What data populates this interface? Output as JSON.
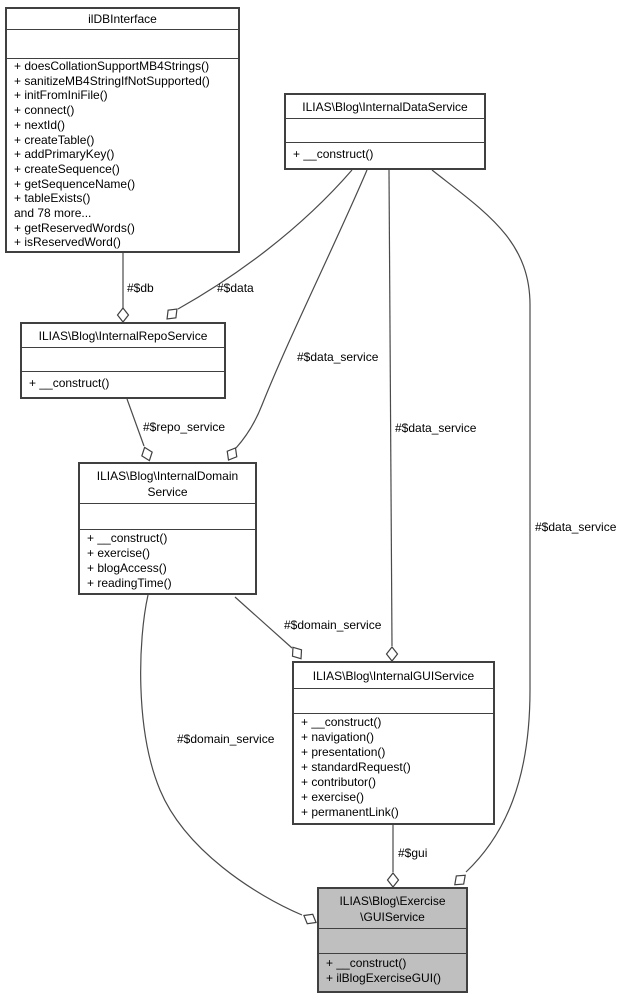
{
  "diagram": {
    "type": "uml-collaboration-graph",
    "colors": {
      "background": "#ffffff",
      "node_border": "#404040",
      "edge": "#4a4a4a",
      "highlight_node_fill": "#bfbfbf",
      "text": "#000000"
    },
    "classes": {
      "db_interface": {
        "title": [
          "ilDBInterface"
        ],
        "methods": [
          "+ doesCollationSupportMB4Strings()",
          "+ sanitizeMB4StringIfNotSupported()",
          "+ initFromIniFile()",
          "+ connect()",
          "+ nextId()",
          "+ createTable()",
          "+ addPrimaryKey()",
          "+ createSequence()",
          "+ getSequenceName()",
          "+ tableExists()",
          "and 78 more...",
          "+ getReservedWords()",
          "+ isReservedWord()"
        ]
      },
      "internal_data_service": {
        "title": [
          "ILIAS\\Blog\\InternalDataService"
        ],
        "methods": [
          "+ __construct()"
        ]
      },
      "internal_repo_service": {
        "title": [
          "ILIAS\\Blog\\InternalRepoService"
        ],
        "methods": [
          "+ __construct()"
        ]
      },
      "internal_domain_service": {
        "title": [
          "ILIAS\\Blog\\InternalDomain",
          "Service"
        ],
        "methods": [
          "+ __construct()",
          "+ exercise()",
          "+ blogAccess()",
          "+ readingTime()"
        ]
      },
      "internal_gui_service": {
        "title": [
          "ILIAS\\Blog\\InternalGUIService"
        ],
        "methods": [
          "+ __construct()",
          "+ navigation()",
          "+ presentation()",
          "+ standardRequest()",
          "+ contributor()",
          "+ exercise()",
          "+ permanentLink()"
        ]
      },
      "exercise_gui_service": {
        "title": [
          "ILIAS\\Blog\\Exercise",
          "\\GUIService"
        ],
        "methods": [
          "+ __construct()",
          "+ ilBlogExerciseGUI()"
        ]
      }
    },
    "edge_labels": {
      "db": "#$db",
      "data": "#$data",
      "repo_service": "#$repo_service",
      "data_service_domain": "#$data_service",
      "data_service_gui": "#$data_service",
      "data_service_exercise": "#$data_service",
      "domain_service_gui": "#$domain_service",
      "domain_service_exercise": "#$domain_service",
      "gui": "#$gui"
    }
  }
}
